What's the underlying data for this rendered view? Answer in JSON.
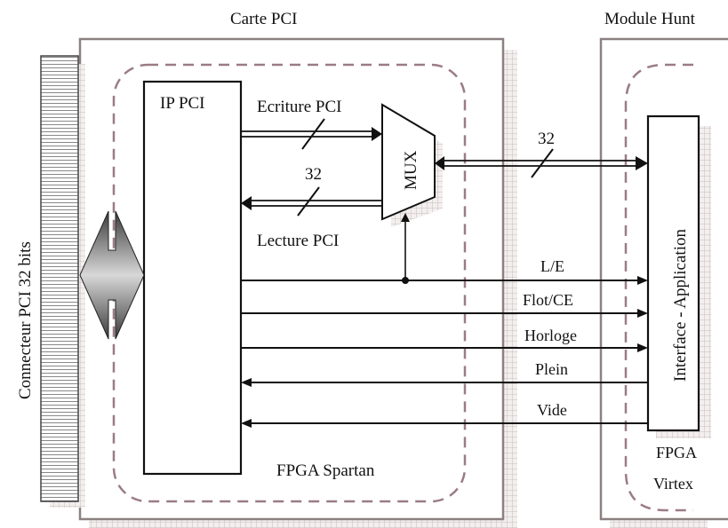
{
  "title_board": "Carte PCI",
  "title_module": "Module Hunt",
  "connector_label": "Connecteur PCI 32 bits",
  "ip_pci": "IP PCI",
  "mux": "MUX",
  "write_label": "Ecriture PCI",
  "read_label": "Lecture PCI",
  "bus_width_read": "32",
  "bus_width_link": "32",
  "interface_label": "Interface - Application",
  "fpga_spartan": "FPGA Spartan",
  "fpga_virtex_line1": "FPGA",
  "fpga_virtex_line2": "Virtex",
  "signals": [
    {
      "label": "L/E",
      "direction": "out"
    },
    {
      "label": "Flot/CE",
      "direction": "out"
    },
    {
      "label": "Horloge",
      "direction": "out"
    },
    {
      "label": "Plein",
      "direction": "in"
    },
    {
      "label": "Vide",
      "direction": "in"
    }
  ],
  "colors": {
    "frame": "#8c8080",
    "dashed": "#9a7c84",
    "line": "#111111",
    "shadow_grid": "#c8bcbc"
  }
}
